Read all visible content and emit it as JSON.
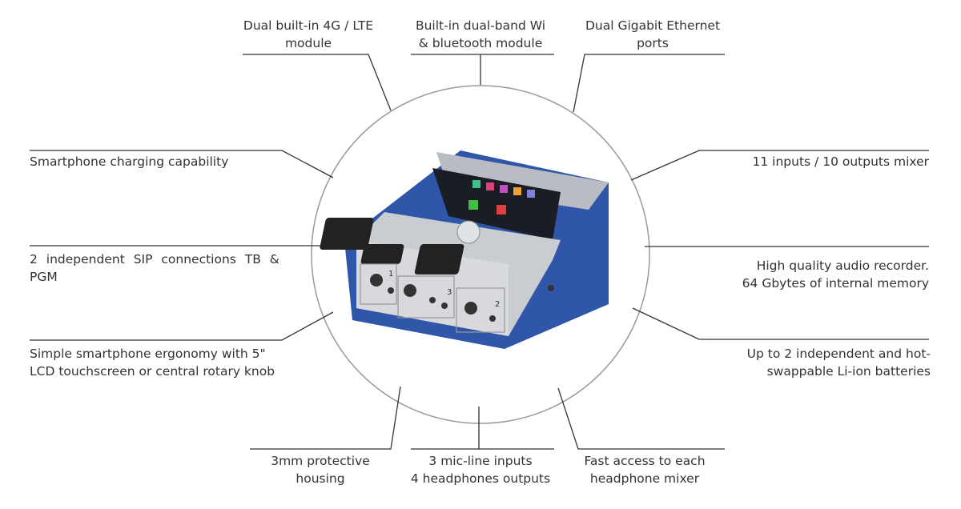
{
  "features": {
    "top_left": [
      "Dual built-in 4G / LTE",
      "module"
    ],
    "top_center": [
      "Built-in dual-band Wi",
      "& bluetooth module"
    ],
    "top_right": [
      "Dual Gigabit Ethernet",
      "ports"
    ],
    "left_1": [
      "Smartphone charging capability"
    ],
    "left_2": [
      "2 independent SIP connections TB &",
      "PGM"
    ],
    "left_3": [
      "Simple smartphone ergonomy with 5\"",
      "LCD touchscreen or central rotary knob"
    ],
    "right_1": [
      "11 inputs / 10 outputs mixer"
    ],
    "right_2": [
      "High quality audio recorder.",
      "64 Gbytes  of internal memory"
    ],
    "right_3": [
      "Up to 2 independent and hot-",
      "swappable Li-ion batteries"
    ],
    "bottom_left": [
      "3mm protective",
      "housing"
    ],
    "bottom_center": [
      "3 mic-line inputs",
      "4 headphones outputs"
    ],
    "bottom_right": [
      "Fast access to each",
      "headphone mixer"
    ]
  },
  "device": {
    "channel_numbers": [
      "1",
      "3",
      "2"
    ],
    "colors": {
      "chassis": "#2f56a8",
      "panel": "#c9ccd1",
      "screen": "#1a1d24"
    }
  },
  "colors": {
    "text": "#333333",
    "lines": "#333333",
    "circle": "#9a9a9a"
  }
}
